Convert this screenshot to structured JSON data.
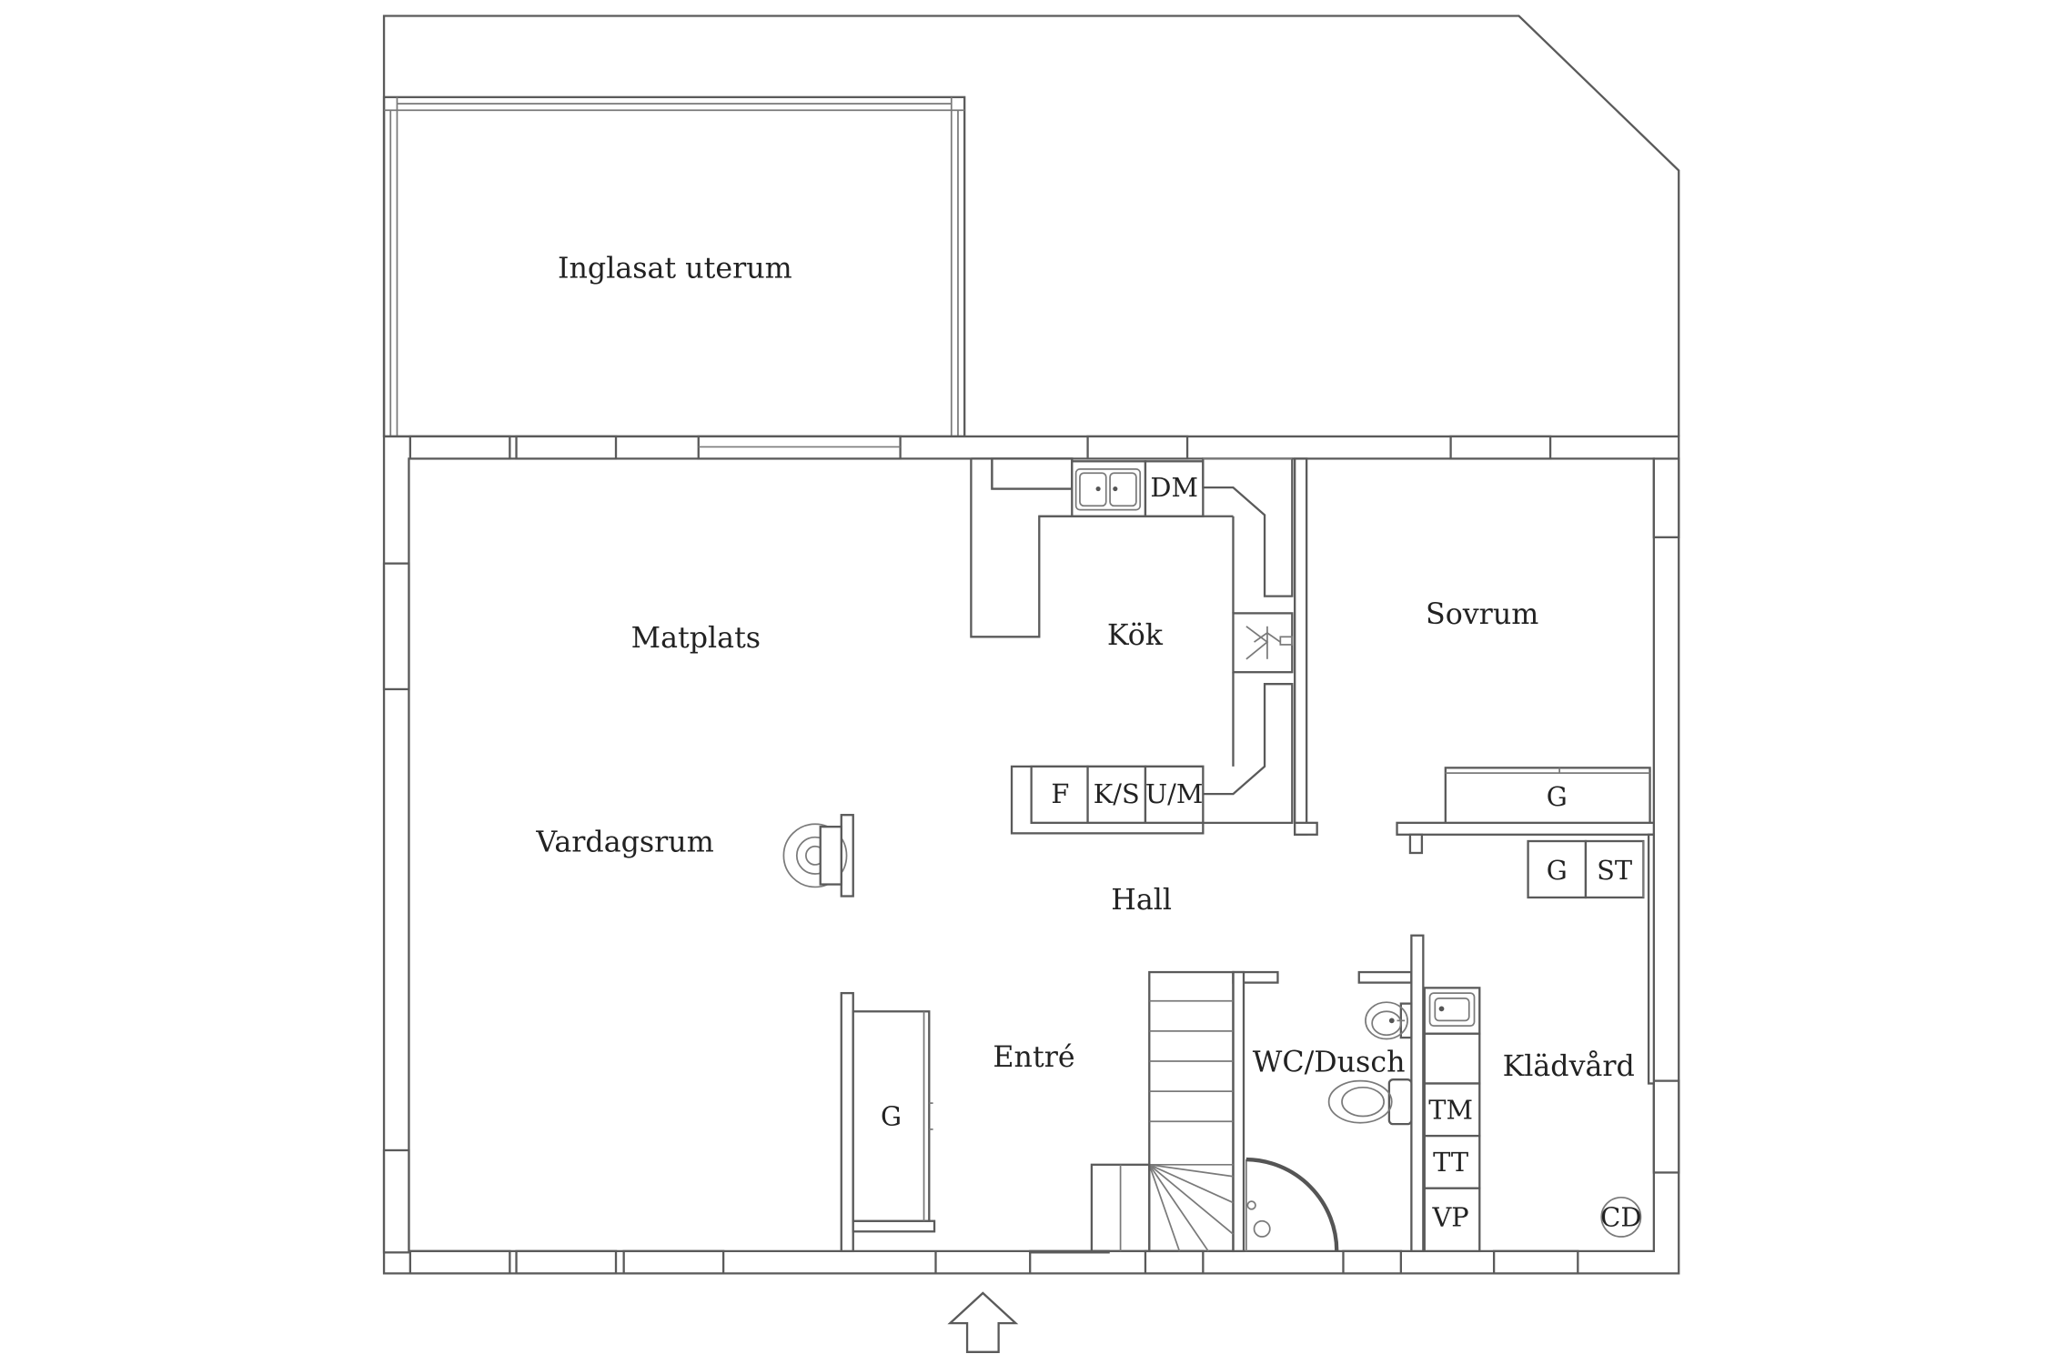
{
  "rooms": {
    "uterum": "Inglasat uterum",
    "matplats": "Matplats",
    "kok": "Kök",
    "sovrum": "Sovrum",
    "vardagsrum": "Vardagsrum",
    "hall": "Hall",
    "entre": "Entré",
    "wc": "WC/Dusch",
    "kladvard": "Klädvård"
  },
  "fixtures": {
    "dm": "DM",
    "f": "F",
    "ks": "K/S",
    "um": "U/M",
    "g_sovrum": "G",
    "g_hall": "G",
    "st": "ST",
    "g_entre": "G",
    "tm": "TM",
    "tt": "TT",
    "vp": "VP",
    "cd": "CD"
  }
}
